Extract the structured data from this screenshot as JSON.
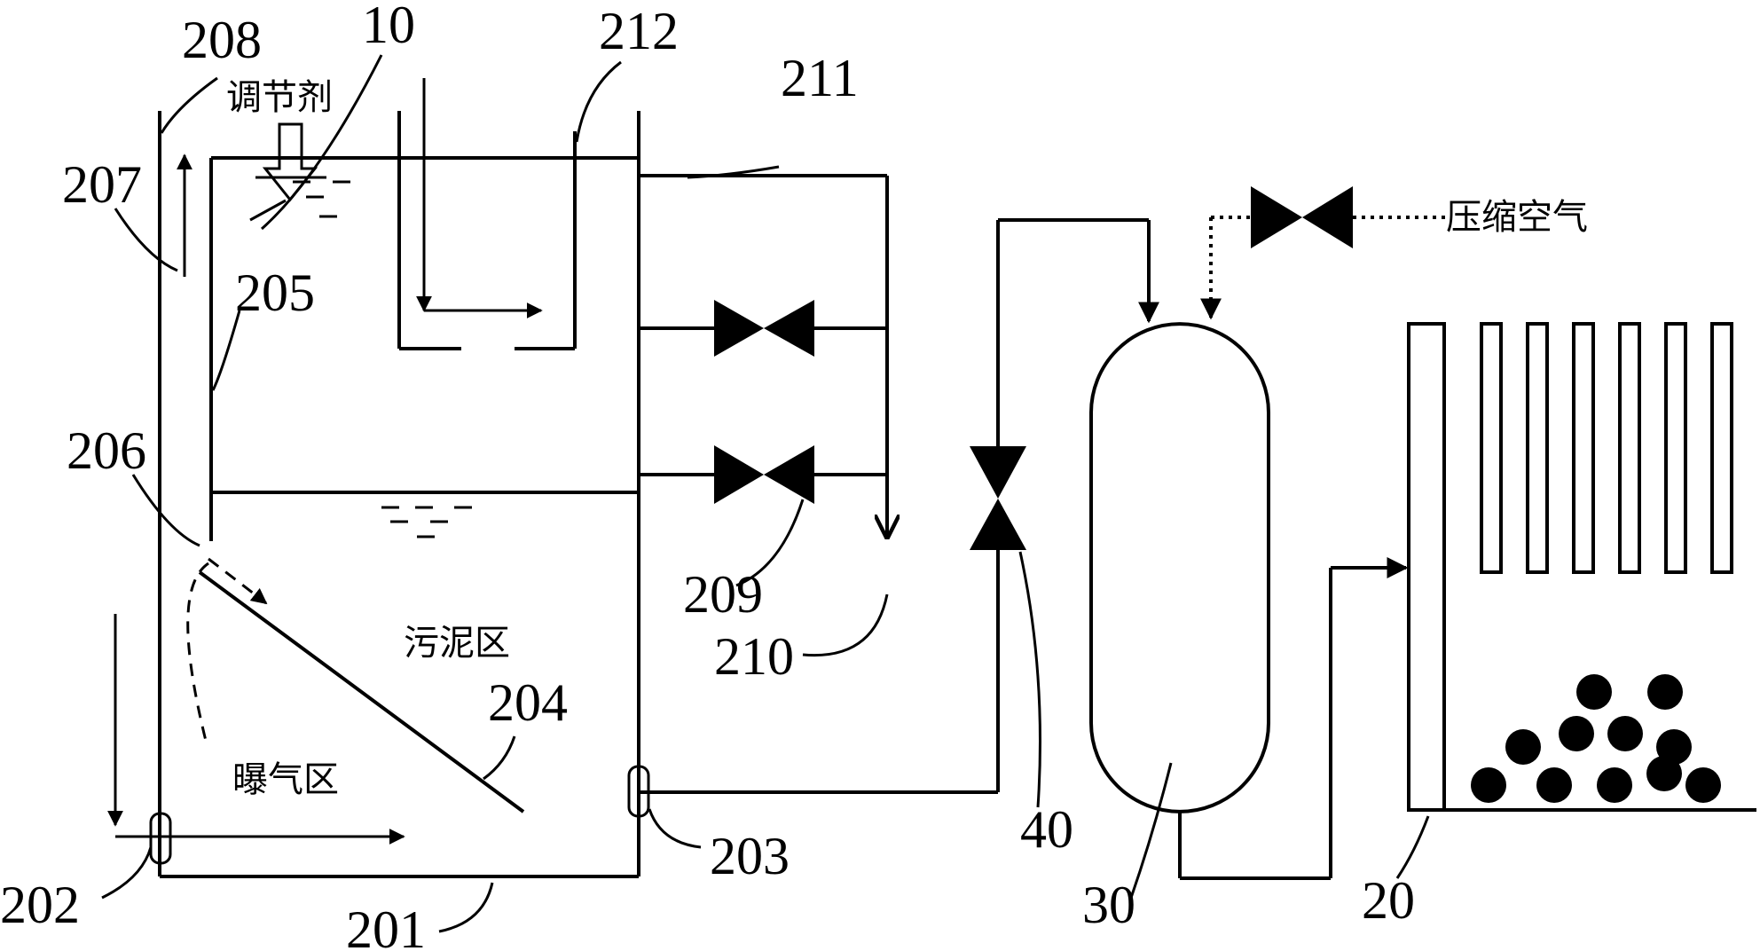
{
  "labels": {
    "n208": "208",
    "n10": "10",
    "n212": "212",
    "n211": "211",
    "n207": "207",
    "n205": "205",
    "n206": "206",
    "n209": "209",
    "n210": "210",
    "n204": "204",
    "n202": "202",
    "n201": "201",
    "n203": "203",
    "n40": "40",
    "n30": "30",
    "n20": "20",
    "regulator": "调节剂",
    "compressed_air": "压缩空气",
    "sludge_zone": "污泥区",
    "aeration_zone": "曝气区"
  },
  "colors": {
    "stroke": "#000000",
    "background": "#ffffff"
  }
}
